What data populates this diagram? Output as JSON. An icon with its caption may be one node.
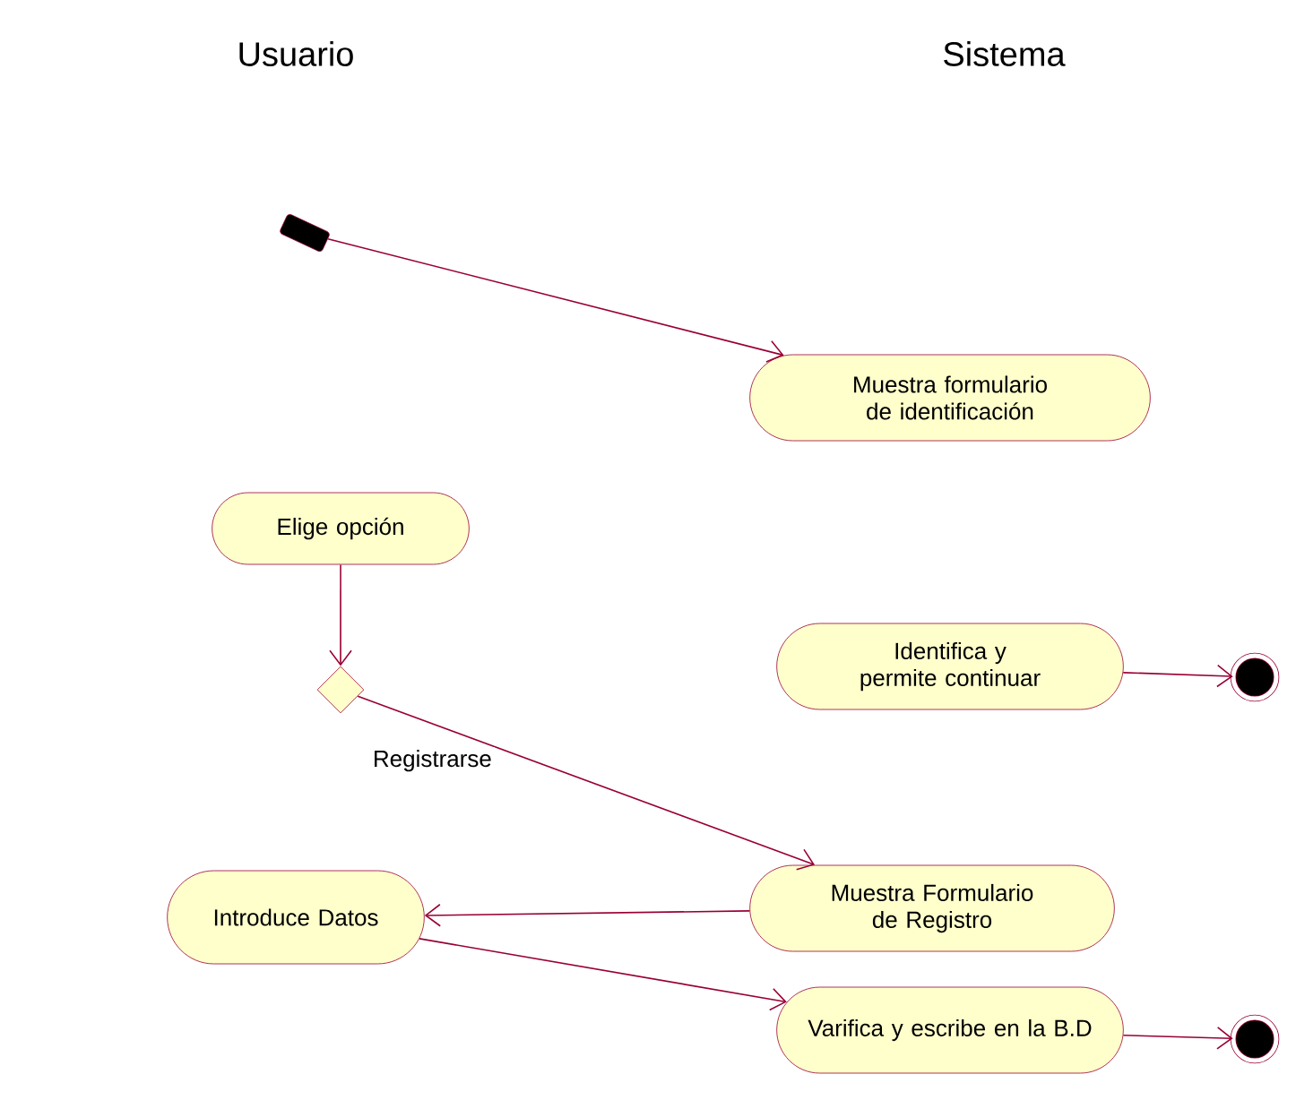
{
  "diagram": {
    "nodes": [
      {
        "text": [],
        "shape": "bar"
      },
      {
        "text": [
          "Muestra formulario de identificación"
        ]
      },
      {
        "text": [
          "Elige opción"
        ]
      },
      {
        "text": [],
        "shape": "diamond"
      },
      {
        "text": [
          "Identifica y permite continuar"
        ]
      },
      {
        "text": [],
        "shape": "circle"
      },
      {
        "text": [
          "Muestra Formulario de Registro"
        ]
      },
      {
        "text": [
          "Introduce Datos"
        ]
      },
      {
        "text": [
          "Varifica y escribe en la B.D"
        ]
      },
      {
        "text": [],
        "shape": "circle"
      }
    ],
    "edges": [
      {
        "from": 0,
        "to": 1,
        "arrow": "to"
      },
      {
        "from": 2,
        "to": 3,
        "arrow": "to"
      },
      {
        "from": 3,
        "to": 6,
        "arrow": "to",
        "label": "Registrarse"
      },
      {
        "from": 4,
        "to": 5,
        "arrow": "to"
      },
      {
        "from": 6,
        "to": 7,
        "arrow": "to"
      },
      {
        "from": 7,
        "to": 8,
        "arrow": "to"
      },
      {
        "from": 8,
        "to": 9,
        "arrow": "to"
      }
    ],
    "labels": [
      "Usuario",
      "Sistema"
    ]
  }
}
